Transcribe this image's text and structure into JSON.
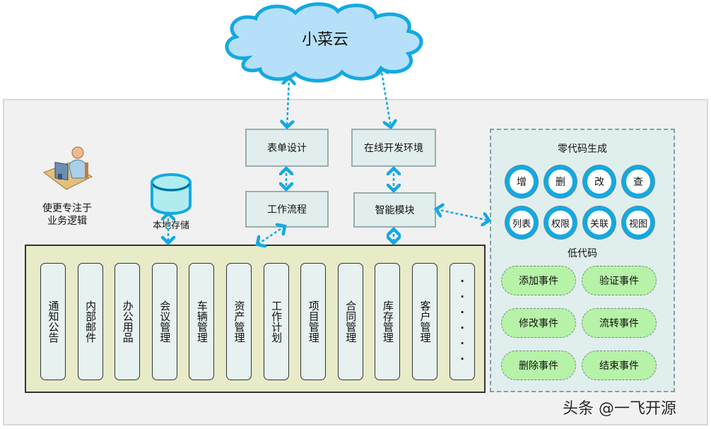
{
  "cloud": {
    "label": "小菜云"
  },
  "boxes": {
    "form_design": "表单设计",
    "online_dev_env": "在线开发环境",
    "workflow": "工作流程",
    "smart_module": "智能模块"
  },
  "person": {
    "label_line1": "使更专注于",
    "label_line2": "业务逻辑"
  },
  "storage": {
    "label": "本地存储"
  },
  "modules": [
    "通知公告",
    "内部邮件",
    "办公用品",
    "会议管理",
    "车辆管理",
    "资产管理",
    "工作计划",
    "项目管理",
    "合同管理",
    "库存管理",
    "客户管理",
    "······"
  ],
  "zero_code": {
    "title": "零代码生成",
    "row1": [
      "增",
      "删",
      "改",
      "查"
    ],
    "row2": [
      "列表",
      "权限",
      "关联",
      "视图"
    ]
  },
  "low_code": {
    "title": "低代码",
    "events": [
      "添加事件",
      "验证事件",
      "修改事件",
      "流转事件",
      "删除事件",
      "结束事件"
    ]
  },
  "watermark": "头条 @一飞开源",
  "colors": {
    "connector": "#13a9e2",
    "cloud_fill": "#b6e0f9",
    "cloud_stroke": "#13a9e2",
    "event_fill": "#b6f2a7"
  }
}
